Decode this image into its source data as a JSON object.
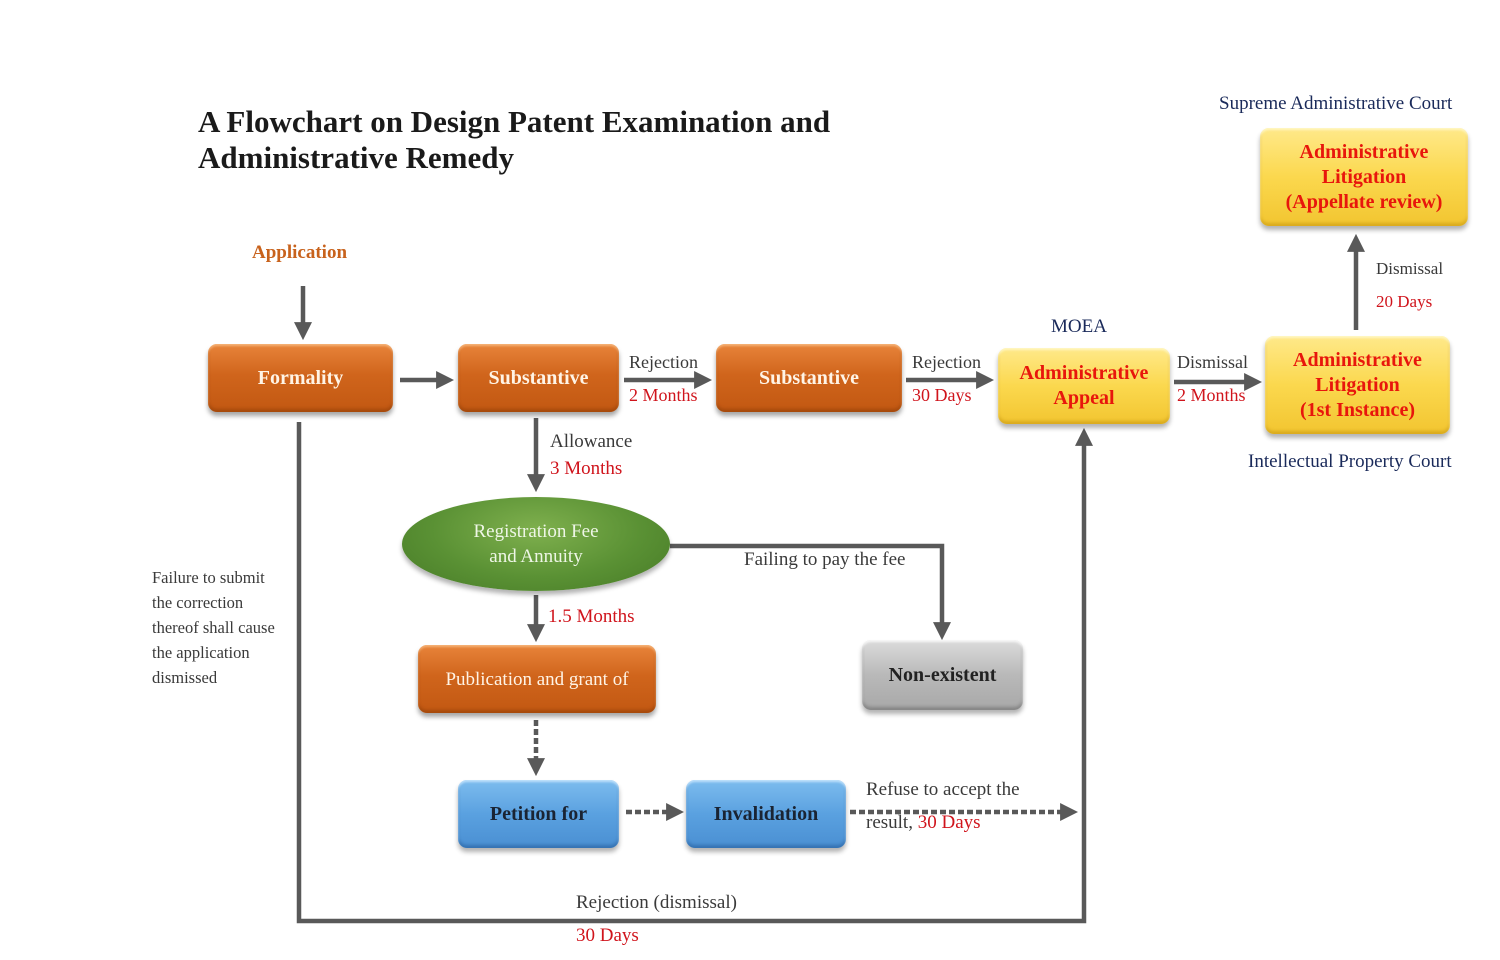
{
  "title": {
    "line1": "A Flowchart on Design Patent Examination and",
    "line2": "Administrative Remedy"
  },
  "nodes": {
    "application": "Application",
    "formality": "Formality",
    "substantive_1": "Substantive",
    "substantive_2": "Substantive",
    "admin_appeal": {
      "line1": "Administrative",
      "line2": "Appeal"
    },
    "litigation_first": {
      "line1": "Administrative",
      "line2": "Litigation",
      "line3": "(1st Instance)"
    },
    "litigation_appellate": {
      "line1": "Administrative",
      "line2": "Litigation",
      "line3": "(Appellate review)"
    },
    "registration_fee": {
      "line1": "Registration Fee",
      "line2": "and Annuity"
    },
    "publication": "Publication and grant of",
    "non_existent": "Non-existent",
    "petition_for": "Petition for",
    "invalidation": "Invalidation"
  },
  "authorities": {
    "moea": "MOEA",
    "supreme_court": "Supreme Administrative Court",
    "ip_court": "Intellectual Property Court"
  },
  "edges": {
    "sub1_to_sub2": {
      "label": "Rejection",
      "time": "2 Months"
    },
    "sub2_to_appeal": {
      "label": "Rejection",
      "time": "30 Days"
    },
    "appeal_to_litigation": {
      "label": "Dismissal",
      "time": "2 Months"
    },
    "litigation_to_appellate": {
      "label": "Dismissal",
      "time": "20 Days"
    },
    "sub1_to_fee": {
      "label": "Allowance",
      "time": "3 Months"
    },
    "fee_to_publication": {
      "time": "1.5 Months"
    },
    "fee_to_nonexistent": {
      "label": "Failing to pay the fee"
    },
    "invalidation_to_appeal": {
      "label_line1": "Refuse to accept the",
      "label_line2": "result,",
      "time": "30 Days"
    },
    "formality_to_appeal": {
      "label": "Rejection (dismissal)",
      "time": "30 Days"
    },
    "formality_note": {
      "line1": "Failure to submit",
      "line2": "the correction",
      "line3": "thereof shall cause",
      "line4": "the application",
      "line5": "dismissed"
    }
  },
  "colors": {
    "orange_node": "#d0651c",
    "yellow_node": "#fbd84e",
    "green_node": "#5a9134",
    "gray_node": "#b9b9b9",
    "blue_node": "#5aa1e0",
    "arrow": "#595959",
    "time_text": "#d0141c",
    "authority_text": "#1a2a5a"
  }
}
